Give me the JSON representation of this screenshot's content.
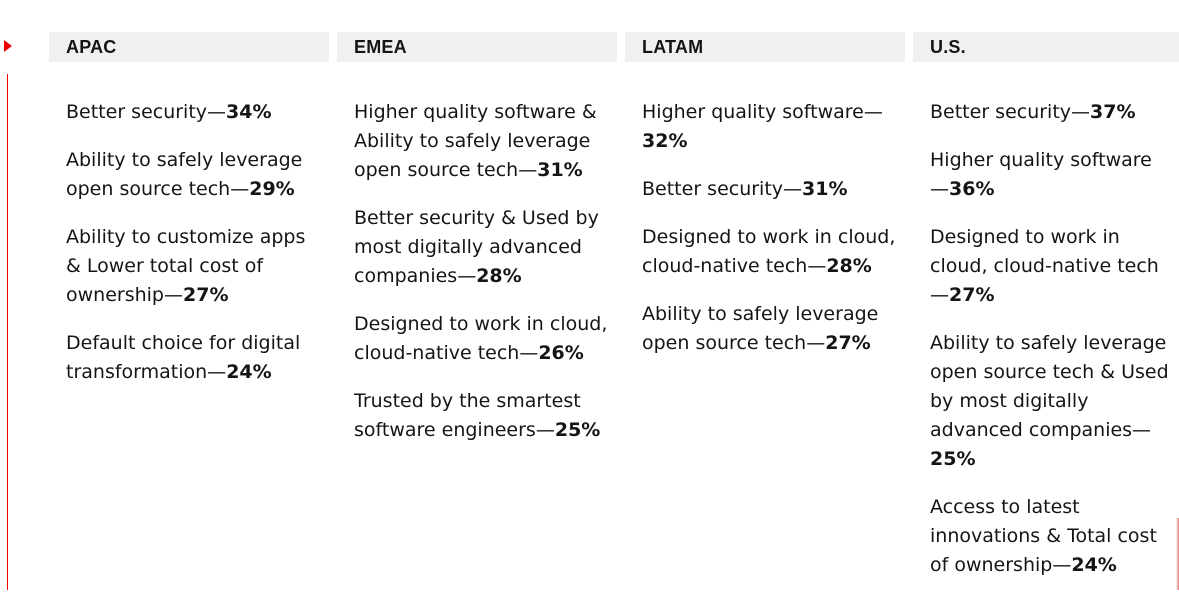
{
  "columns": [
    {
      "header": "APAC",
      "items": [
        {
          "text": "Better security—",
          "pct": "34%"
        },
        {
          "text": "Ability to safely leverage open source tech—",
          "pct": "29%"
        },
        {
          "text": "Ability to customize apps & Lower total cost of ownership—",
          "pct": "27%"
        },
        {
          "text": "Default choice for digital transformation—",
          "pct": "24%"
        }
      ]
    },
    {
      "header": "EMEA",
      "items": [
        {
          "text": "Higher quality software & Ability to safely leverage open source tech—",
          "pct": "31%"
        },
        {
          "text": "Better security & Used by most digitally advanced companies—",
          "pct": "28%"
        },
        {
          "text": "Designed to work in cloud, cloud-native tech—",
          "pct": "26%"
        },
        {
          "text": "Trusted by the smartest software engineers—",
          "pct": "25%"
        }
      ]
    },
    {
      "header": "LATAM",
      "items": [
        {
          "text": "Higher quality software—",
          "pct": "32%"
        },
        {
          "text": "Better security—",
          "pct": "31%"
        },
        {
          "text": "Designed to work in cloud, cloud-native tech—",
          "pct": "28%"
        },
        {
          "text": "Ability to safely leverage open source tech—",
          "pct": "27%"
        }
      ]
    },
    {
      "header": "U.S.",
      "items": [
        {
          "text": "Better security—",
          "pct": "37%"
        },
        {
          "text": "Higher quality software—",
          "pct": "36%"
        },
        {
          "text": "Designed to work in cloud, cloud-native tech—",
          "pct": "27%"
        },
        {
          "text": "Ability to safely leverage open source tech & Used by most digitally advanced companies—",
          "pct": "25%"
        },
        {
          "text": "Access to latest innovations & Total cost of ownership—",
          "pct": "24%"
        }
      ]
    }
  ],
  "colors": {
    "accent": "#ee0000",
    "header_bg": "#f0f0f0",
    "text": "#151515"
  }
}
